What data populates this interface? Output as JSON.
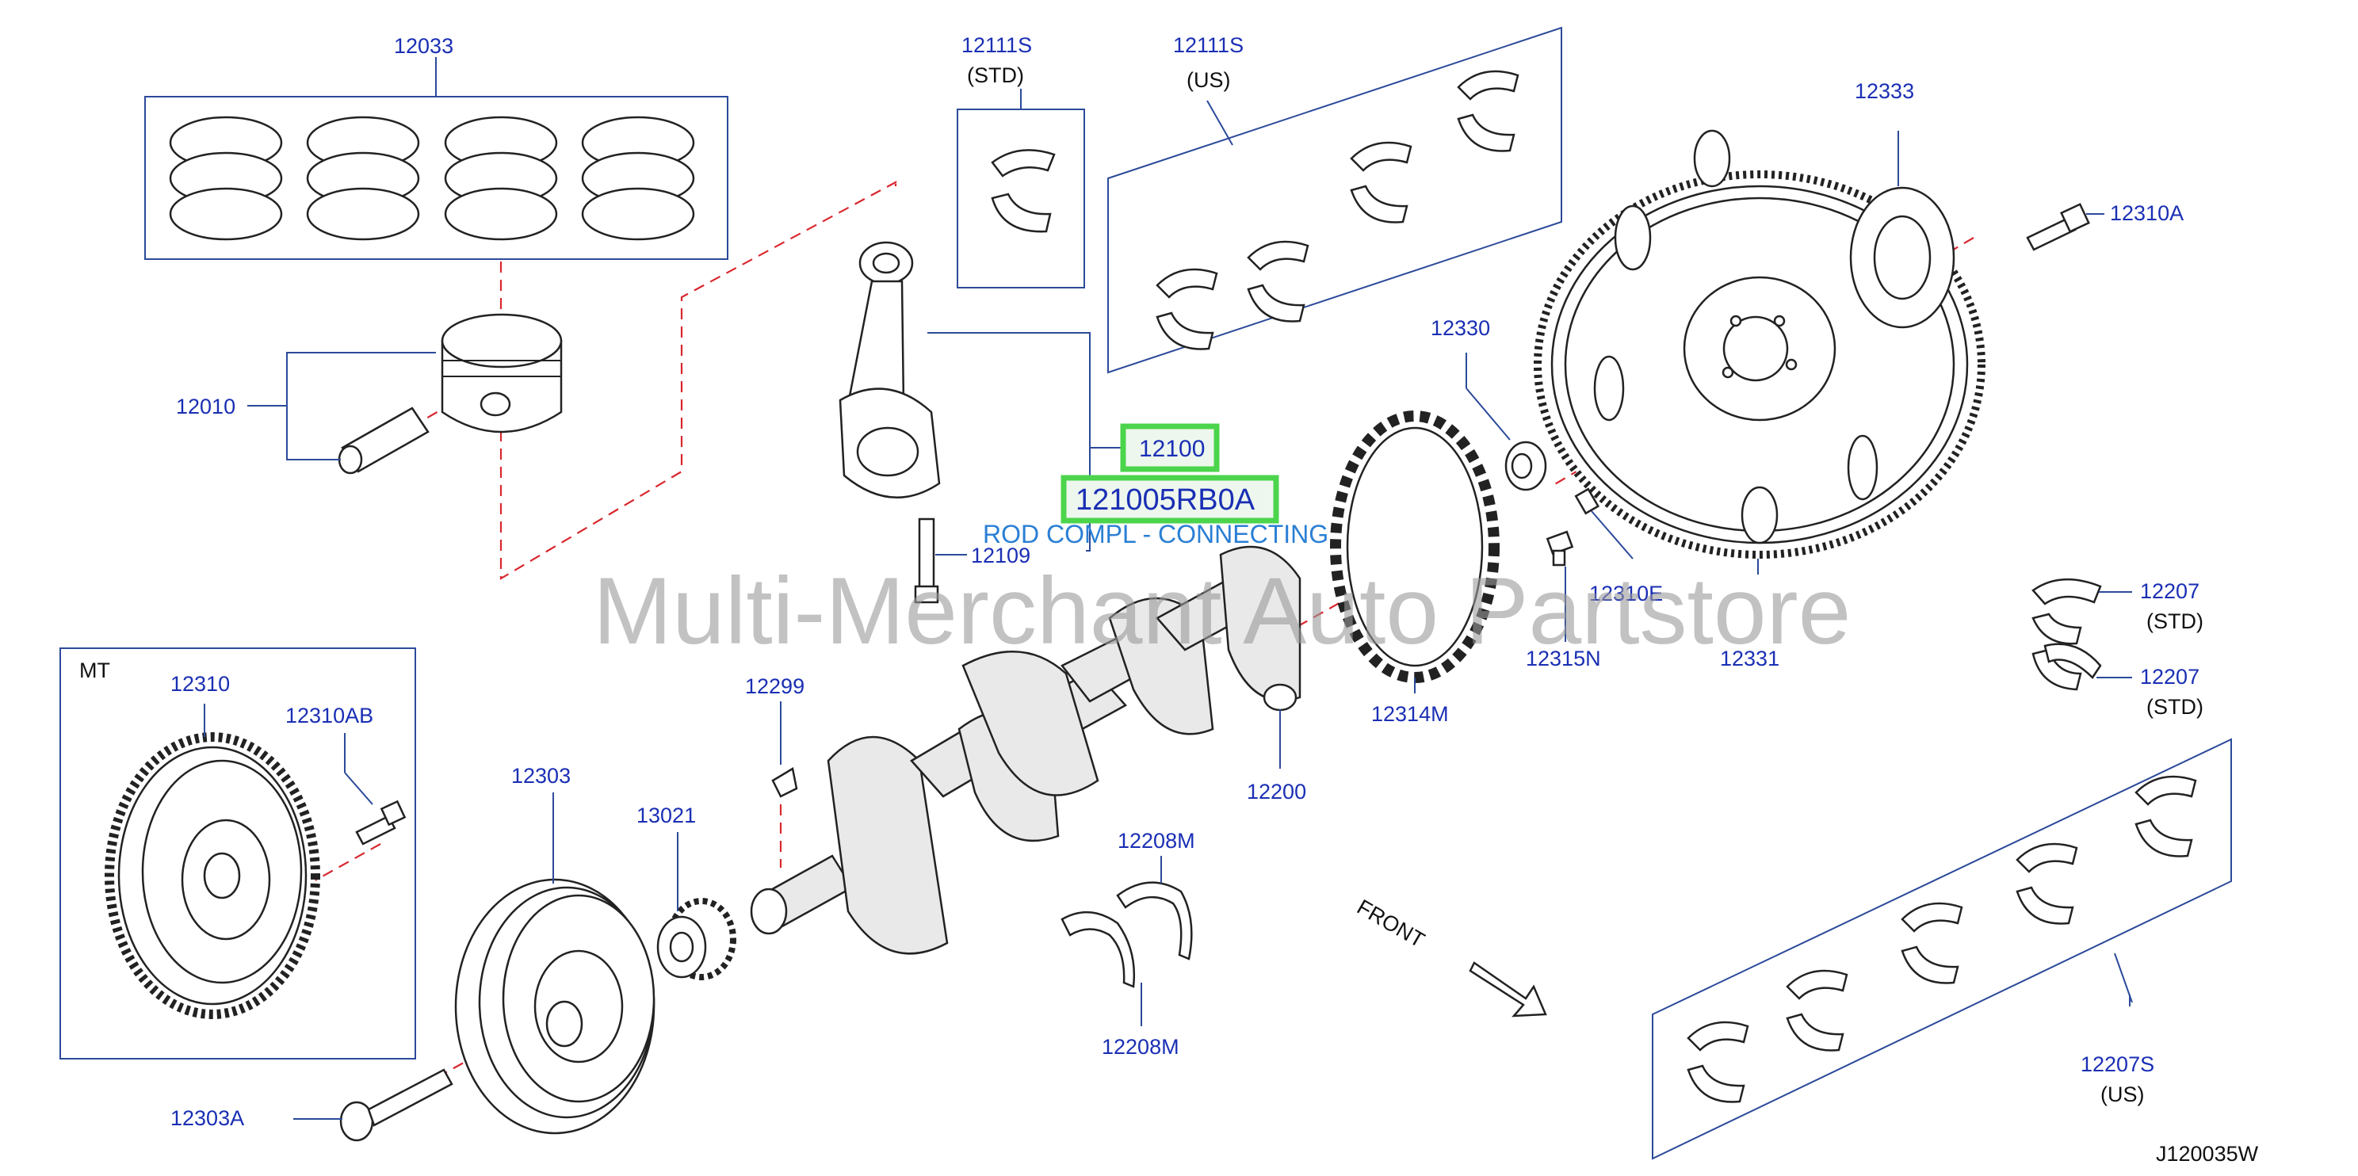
{
  "watermark": "Multi-Merchant Auto Partstore",
  "diagram_code": "J120035W",
  "front_label": "FRONT",
  "selected_part": {
    "number": "12100",
    "full_number": "121005RB0A",
    "description": "ROD COMPL - CONNECTING"
  },
  "labels": {
    "p12033": "12033",
    "p12010": "12010",
    "p12111s_std": "12111S",
    "std_a": "(STD)",
    "p12111s_us": "12111S",
    "us_a": "(US)",
    "p12109": "12109",
    "p12333": "12333",
    "p12310a": "12310A",
    "p12330": "12330",
    "p12310e": "12310E",
    "p12315n": "12315N",
    "p12331": "12331",
    "p12314m": "12314M",
    "p12207_1": "12207",
    "std_b": "(STD)",
    "p12207_2": "12207",
    "std_c": "(STD)",
    "mt": "MT",
    "p12310": "12310",
    "p12310ab": "12310AB",
    "p12303": "12303",
    "p13021": "13021",
    "p12299": "12299",
    "p12200": "12200",
    "p12208m_1": "12208M",
    "p12208m_2": "12208M",
    "p12303a": "12303A",
    "p12207s": "12207S",
    "us_b": "(US)"
  }
}
